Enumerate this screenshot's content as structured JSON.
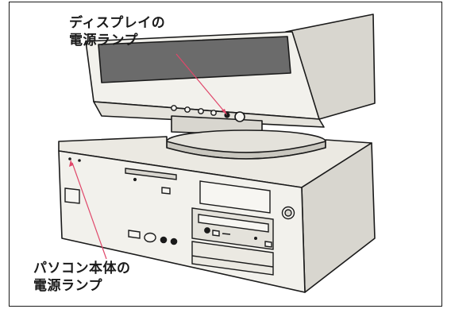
{
  "labels": {
    "display_power_lamp": {
      "line1": "ディスプレイの",
      "line2": "電源ランプ"
    },
    "pc_power_lamp": {
      "line1": "パソコン本体の",
      "line2": "電源ランプ"
    }
  },
  "colors": {
    "leader_line": "#e0476a",
    "outline": "#1a1a1a",
    "body_fill": "#f2f1ec",
    "shadow_fill": "#c9c7bf",
    "screen_fill": "#6b6b6b"
  }
}
